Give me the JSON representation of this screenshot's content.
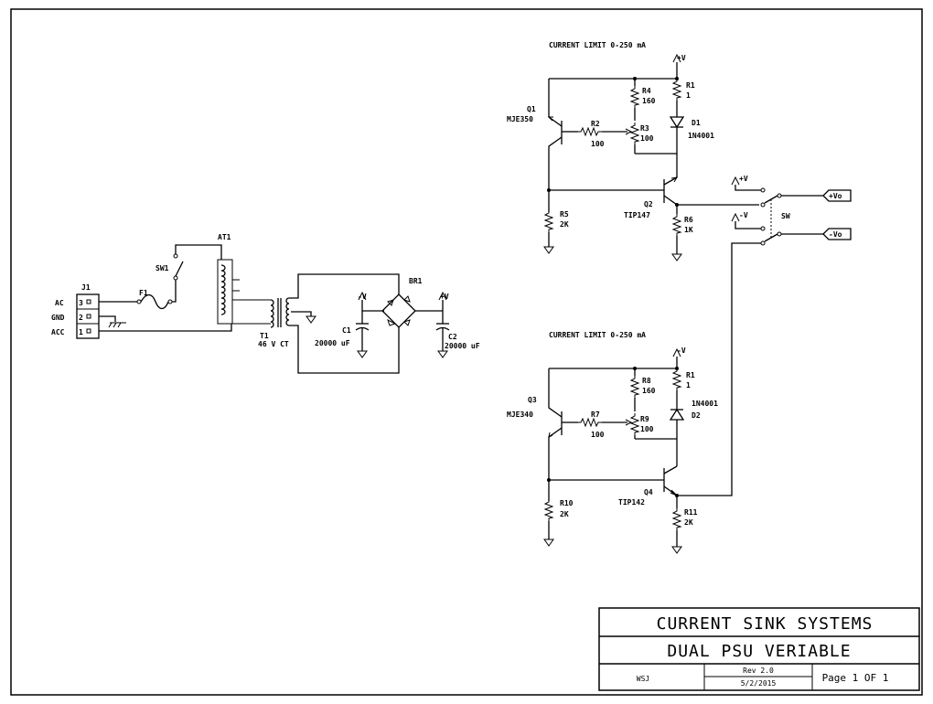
{
  "title_block": {
    "company": "CURRENT SINK SYSTEMS",
    "title": "DUAL PSU VERIABLE",
    "author": "WSJ",
    "revision": "Rev 2.0",
    "date": "5/2/2015",
    "page": "Page 1 OF 1"
  },
  "headers": {
    "top": "CURRENT LIMIT 0-250 mA",
    "bottom": "CURRENT LIMIT 0-250 mA"
  },
  "connector": {
    "ref": "J1",
    "pins": [
      {
        "num": "3",
        "name": "AC"
      },
      {
        "num": "2",
        "name": "GND"
      },
      {
        "num": "1",
        "name": "ACC"
      }
    ]
  },
  "input": {
    "fuse": "F1",
    "switch": "SW1",
    "autotransformer": "AT1",
    "transformer_ref": "T1",
    "transformer_val": "46 V CT",
    "bridge": "BR1",
    "c1_ref": "C1",
    "c1_val": "20000 uF",
    "c2_ref": "C2",
    "c2_val": "20000 uF",
    "neg_rail": "-V",
    "pos_rail": "+V"
  },
  "top": {
    "q1_ref": "Q1",
    "q1_val": "MJE350",
    "r4_ref": "R4",
    "r4_val": "160",
    "r1_ref": "R1",
    "r1_val": "1",
    "d1_ref": "D1",
    "d1_val": "1N4001",
    "r2_ref": "R2",
    "r2_val": "100",
    "r3_ref": "R3",
    "r3_val": "100",
    "q2_ref": "Q2",
    "q2_val": "TIP147",
    "r5_ref": "R5",
    "r5_val": "2K",
    "r6_ref": "R6",
    "r6_val": "1K",
    "rail": "+V"
  },
  "bottom": {
    "q3_ref": "Q3",
    "q3_val": "MJE340",
    "r8_ref": "R8",
    "r8_val": "160",
    "r1_ref": "R1",
    "r1_val": "1",
    "d2_ref": "D2",
    "d2_val": "1N4001",
    "r7_ref": "R7",
    "r7_val": "100",
    "r9_ref": "R9",
    "r9_val": "100",
    "q4_ref": "Q4",
    "q4_val": "TIP142",
    "r10_ref": "R10",
    "r10_val": "2K",
    "r11_ref": "R11",
    "r11_val": "2K",
    "rail": "-V"
  },
  "output_switch": {
    "ref": "SW",
    "pos_in": "+V",
    "neg_in": "-V",
    "pos_out": "+Vo",
    "neg_out": "-Vo"
  }
}
